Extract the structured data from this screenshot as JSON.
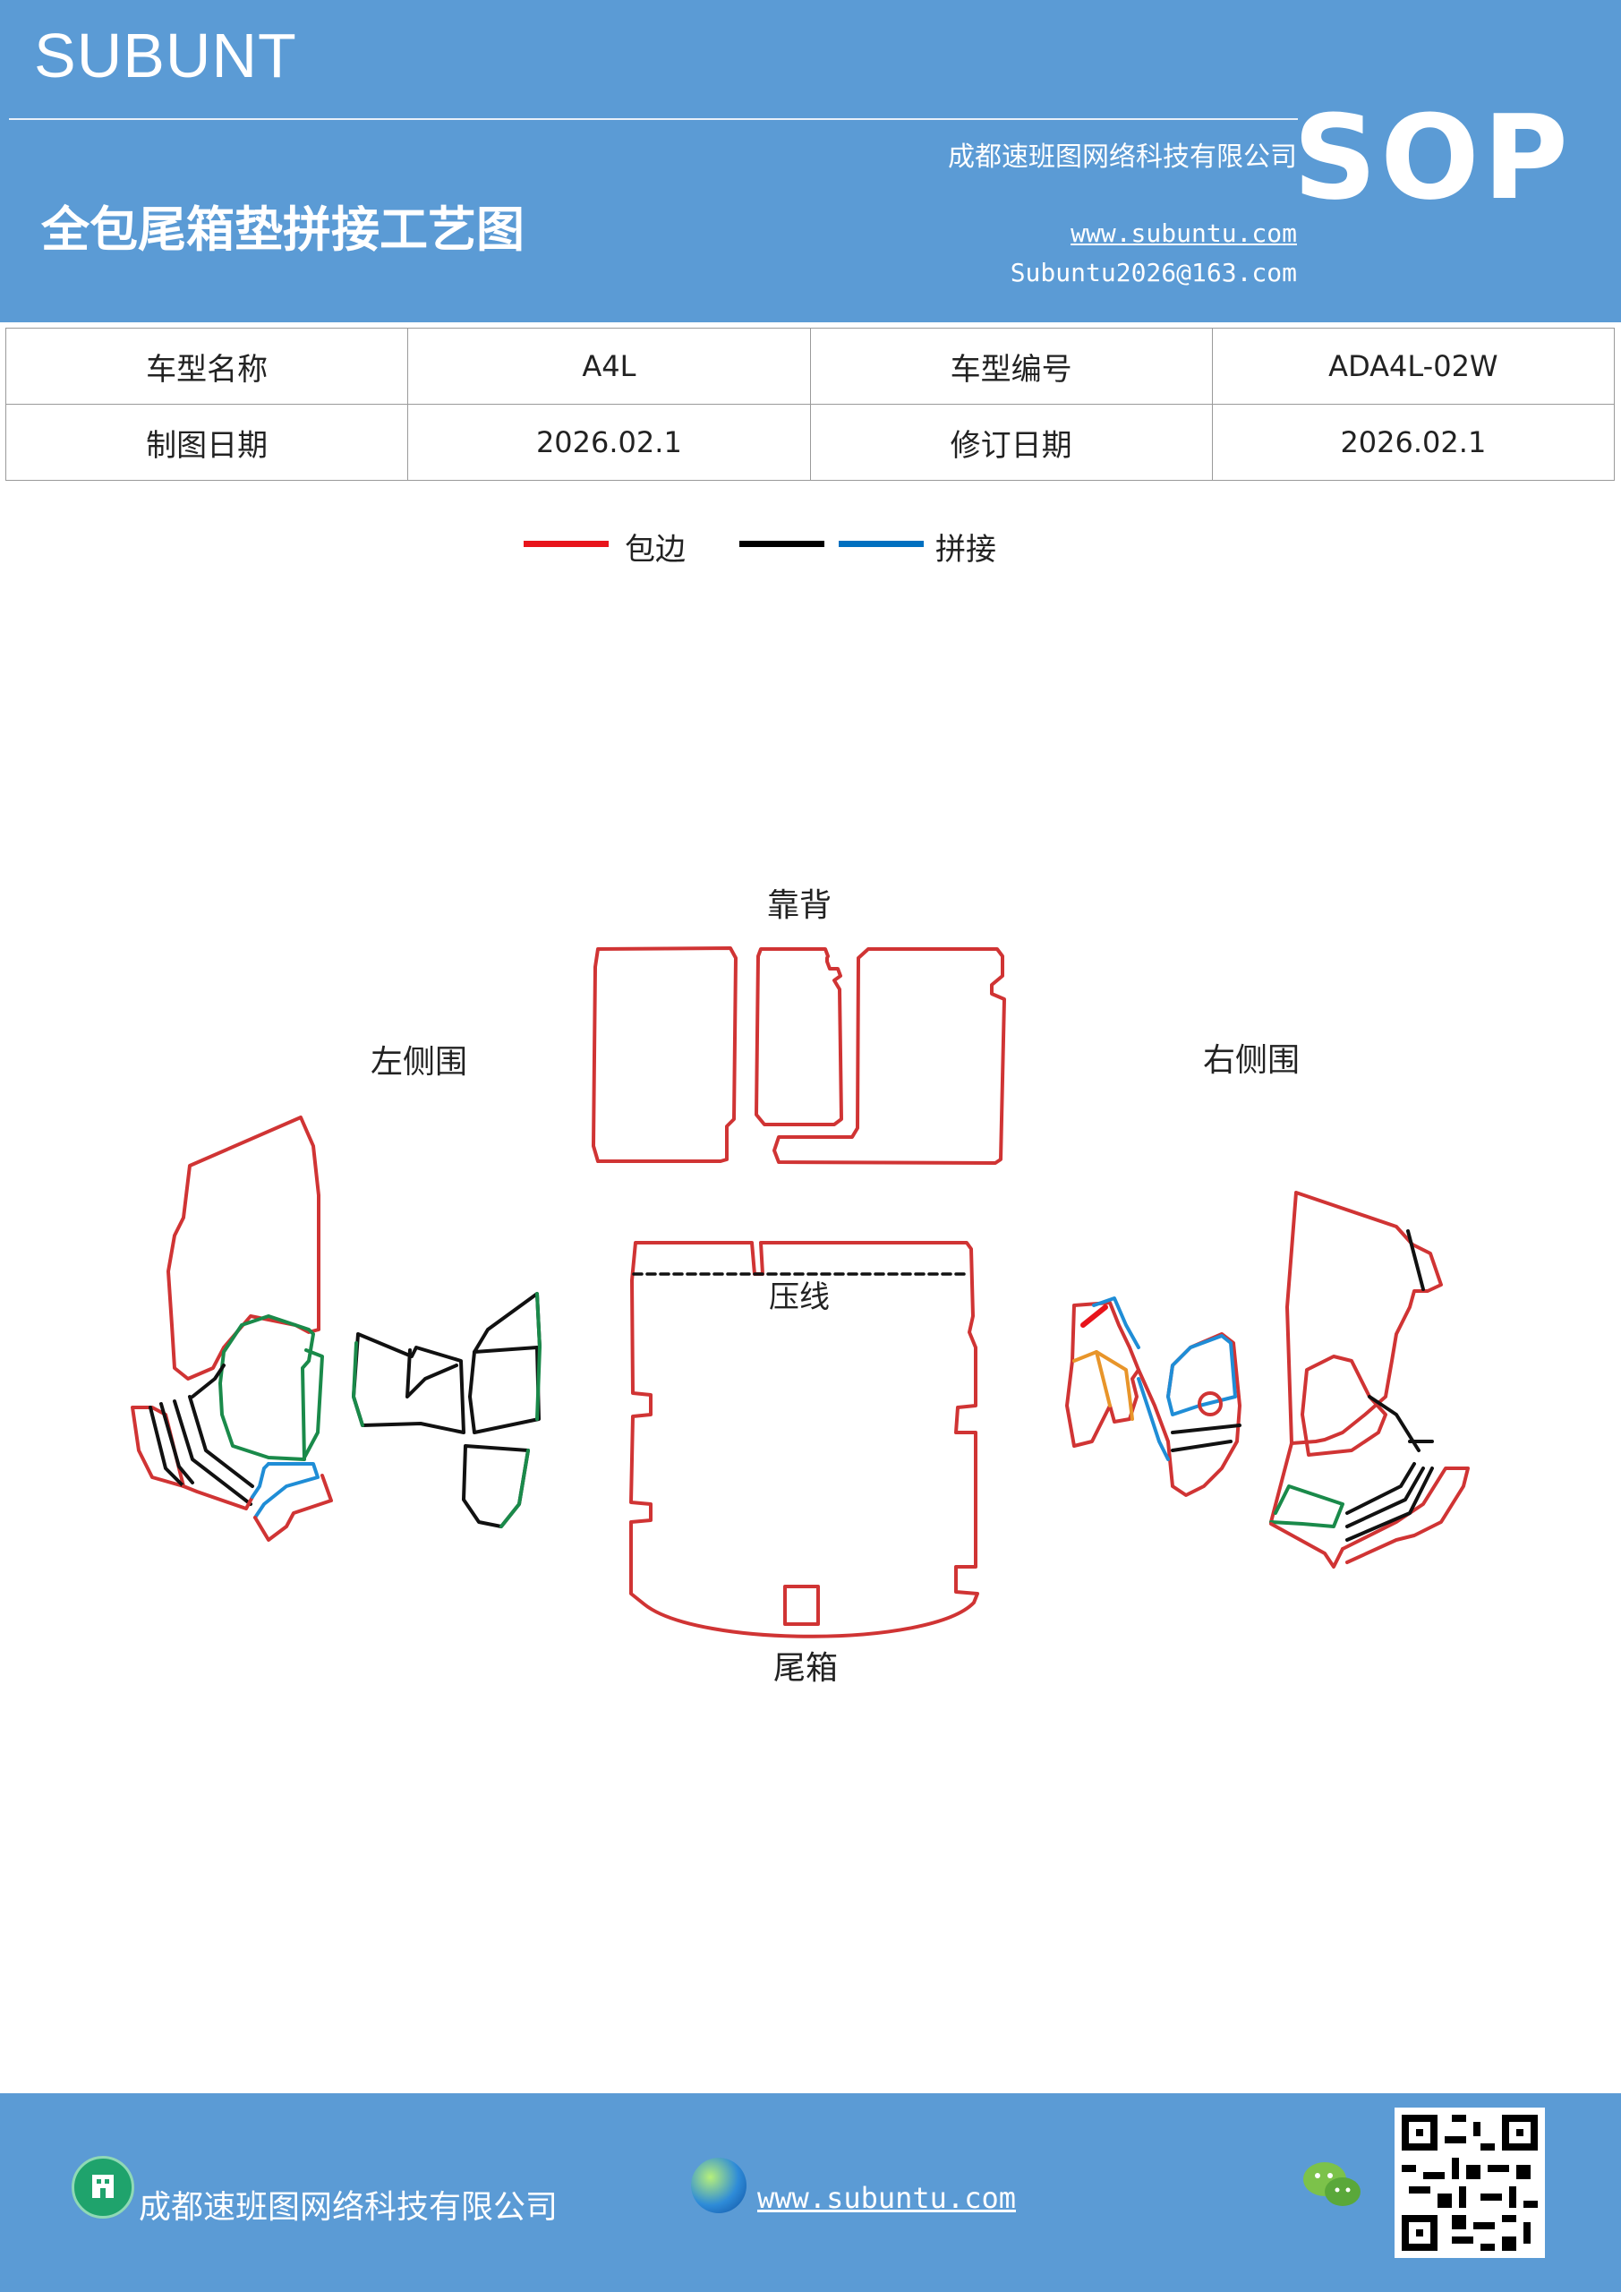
{
  "header": {
    "brand": "SUBUNT",
    "company": "成都速班图网络科技有限公司",
    "title": "全包尾箱垫拼接工艺图",
    "badge": "SOP",
    "website": "www.subuntu.com",
    "email": "Subuntu2026@163.com",
    "background_color": "#5b9bd5"
  },
  "info_table": [
    [
      "车型名称",
      "A4L",
      "车型编号",
      "ADA4L-02W"
    ],
    [
      "制图日期",
      "2026.02.1",
      "修订日期",
      "2026.02.1"
    ]
  ],
  "legend": [
    {
      "label": "包边",
      "colors": [
        "#e8141b"
      ]
    },
    {
      "label": "拼接",
      "colors": [
        "#000000",
        "#0070c0"
      ]
    }
  ],
  "diagram": {
    "labels": {
      "backrest": "靠背",
      "left_side": "左侧围",
      "right_side": "右侧围",
      "press_line": "压线",
      "trunk": "尾箱"
    },
    "colors": {
      "edge": "#d03434",
      "splice_black": "#111111",
      "splice_blue": "#1f8dd6",
      "splice_green": "#1a8a4a",
      "splice_orange": "#e8952a"
    }
  },
  "footer": {
    "company": "成都速班图网络科技有限公司",
    "website": "www.subuntu.com",
    "icons": [
      "building-icon",
      "globe-icon",
      "wechat-icon",
      "qr-code"
    ]
  }
}
